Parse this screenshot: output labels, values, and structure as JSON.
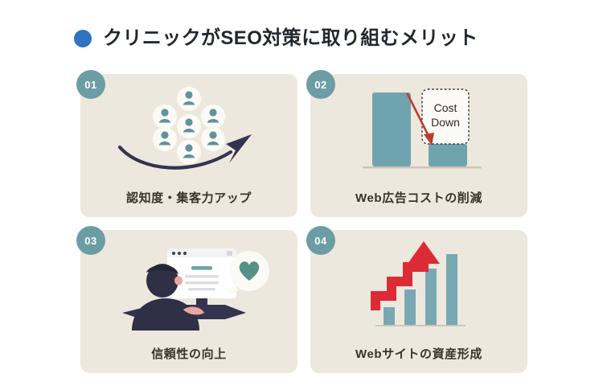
{
  "header": {
    "bullet_icon": "blue-dot-icon",
    "bullet_color": "#2E74C0",
    "title": "クリニックがSEO対策に取り組むメリット"
  },
  "theme": {
    "page_background": "#FFFFFF",
    "card_background": "#EDE8DE",
    "badge_color": "#6C9DA5",
    "label_color": "#38332C",
    "teal_accent": "#6FA3AD",
    "navy_accent": "#343450",
    "red_accent": "#C0392B",
    "bright_red_accent": "#DC2B35"
  },
  "cards": [
    {
      "number": "01",
      "label": "認知度・集客力アップ",
      "illustration": "people-cluster-with-rising-arrow",
      "people_count": 7
    },
    {
      "number": "02",
      "label": "Web広告コストの削減",
      "illustration": "two-bars-with-down-arrow",
      "callout": "Cost\nDown",
      "callout_lines": [
        "Cost",
        "Down"
      ],
      "bars": [
        100,
        28
      ]
    },
    {
      "number": "03",
      "label": "信頼性の向上",
      "illustration": "person-at-computer-with-heart-bubble",
      "heart_icon": "heart-icon"
    },
    {
      "number": "04",
      "label": "Webサイトの資産形成",
      "illustration": "growth-bars-with-zigzag-arrow",
      "bars": [
        22,
        45,
        72,
        100
      ]
    }
  ]
}
